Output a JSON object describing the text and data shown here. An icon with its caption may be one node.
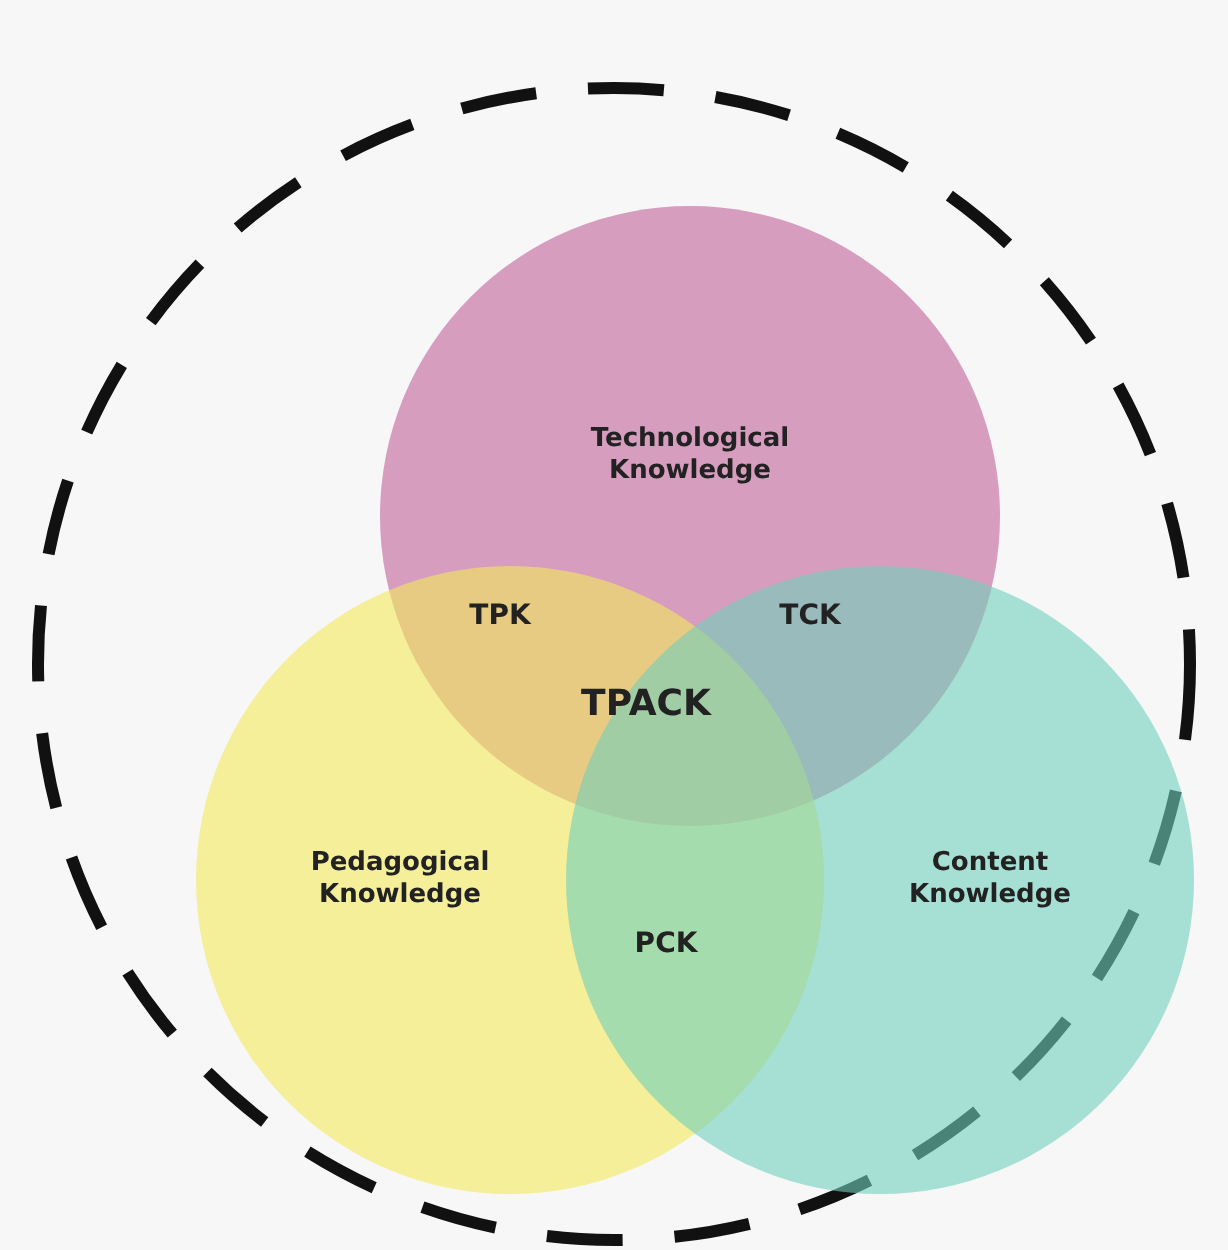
{
  "diagram": {
    "nodes": [
      {
        "text": [],
        "shape": "circle"
      },
      {
        "text": [
          "Technological Knowledge"
        ],
        "in": 0
      },
      {
        "text": [
          "Pedagogical Knowledge"
        ],
        "in": 0
      },
      {
        "text": [
          "Content Knowledge"
        ],
        "in": 0
      }
    ],
    "labels": [
      "TPK",
      "TCK",
      "TPACK",
      "PCK"
    ]
  }
}
